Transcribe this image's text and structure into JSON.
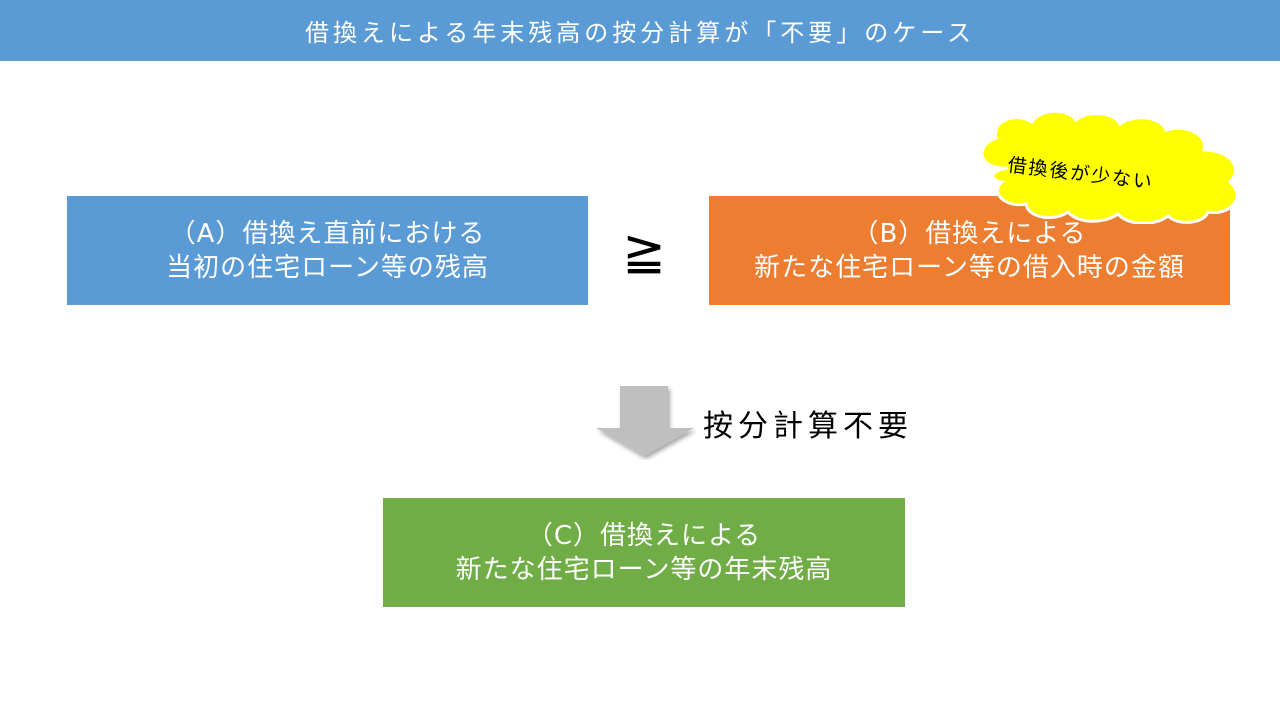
{
  "title": "借換えによる年末残高の按分計算が「不要」のケース",
  "box_a": {
    "line1": "（A）借換え直前における",
    "line2": "当初の住宅ローン等の残高"
  },
  "comparison_symbol": "≧",
  "box_b": {
    "line1": "（B）借換えによる",
    "line2": "新たな住宅ローン等の借入時の金額"
  },
  "callout": {
    "text": "借換後が少ない",
    "color": "#ffff00"
  },
  "arrow_label": "按分計算不要",
  "box_c": {
    "line1": "（C）借換えによる",
    "line2": "新たな住宅ローン等の年末残高"
  },
  "colors": {
    "title_bar": "#5b9bd5",
    "box_a": "#5b9bd5",
    "box_b": "#ed7d31",
    "box_c": "#70ad47",
    "arrow": "#bfbfbf"
  }
}
